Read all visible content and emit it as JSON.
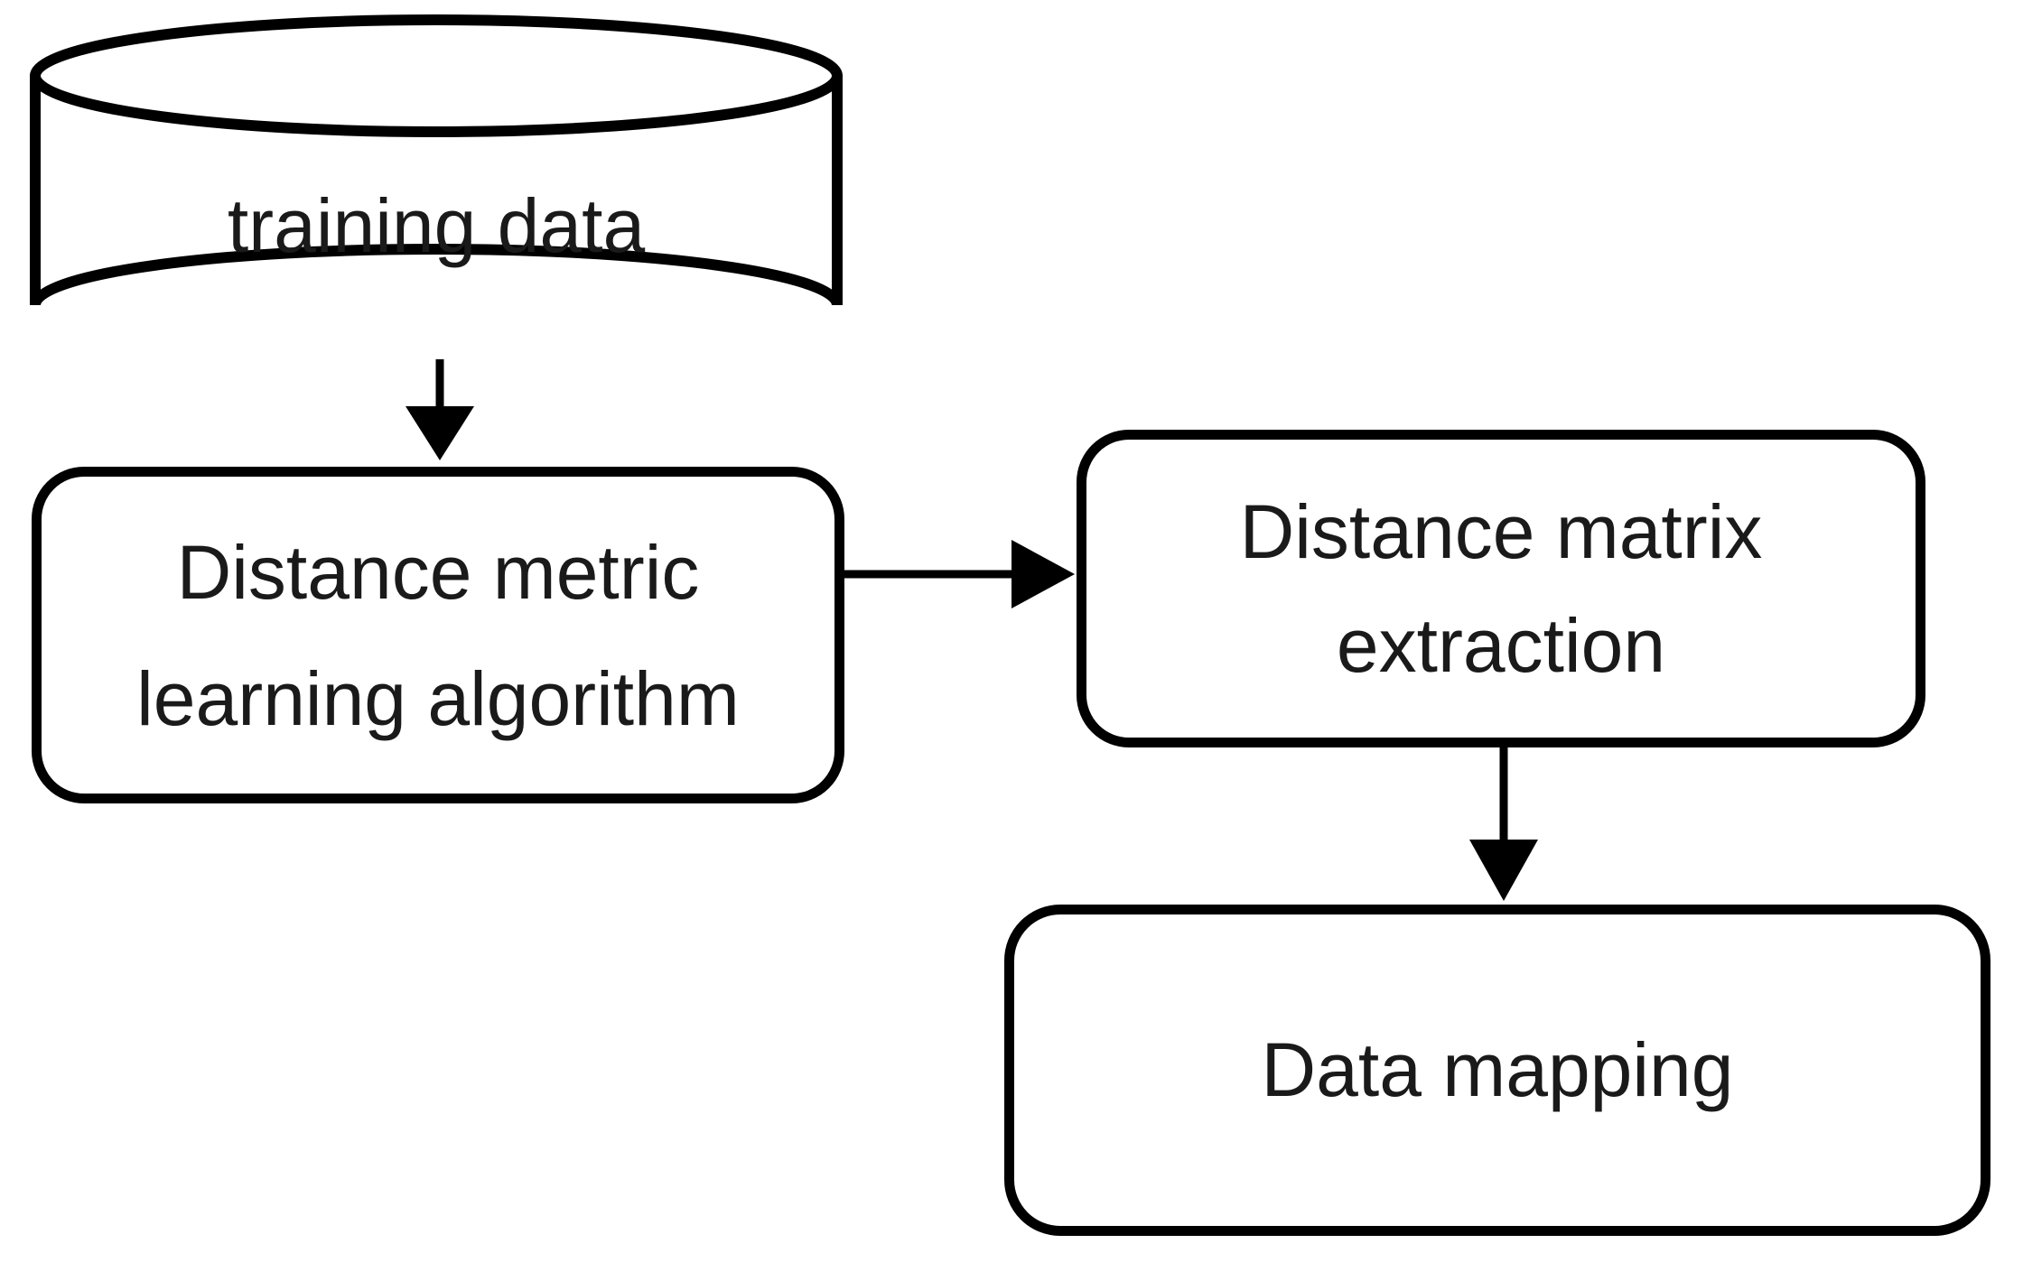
{
  "diagram": {
    "background_color": "#ffffff",
    "stroke_color": "#000000",
    "text_color": "#1a1a1a",
    "nodes": {
      "training_data": {
        "shape": "cylinder",
        "label": "training data"
      },
      "metric_learning": {
        "shape": "rounded-rectangle",
        "lines": [
          "Distance metric",
          "learning algorithm"
        ]
      },
      "matrix_extraction": {
        "shape": "rounded-rectangle",
        "lines": [
          "Distance matrix",
          "extraction"
        ]
      },
      "data_mapping": {
        "shape": "rounded-rectangle",
        "label": "Data mapping"
      }
    },
    "edges": [
      {
        "from": "training data",
        "to": "Distance metric learning algorithm",
        "direction": "down"
      },
      {
        "from": "Distance metric learning algorithm",
        "to": "Distance matrix extraction",
        "direction": "right"
      },
      {
        "from": "Distance matrix extraction",
        "to": "Data mapping",
        "direction": "down"
      }
    ]
  }
}
